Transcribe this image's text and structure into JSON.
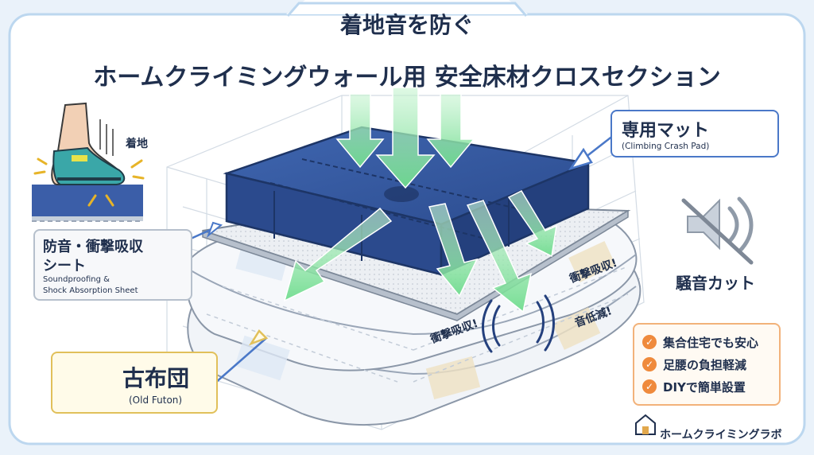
{
  "title": {
    "line1": "着地音を防ぐ",
    "line2": "ホームクライミングウォール用 安全床材クロスセクション"
  },
  "landing_label": "着地",
  "layers": {
    "mat": {
      "name_ja": "専用マット",
      "name_en": "(Climbing Crash Pad)"
    },
    "sheet": {
      "name_ja_line1": "防音・衝撃吸収",
      "name_ja_line2": "シート",
      "name_en_line1": "Soundproofing &",
      "name_en_line2": "Shock Absorption Sheet"
    },
    "futon": {
      "name_ja": "古布団",
      "name_en": "(Old Futon)"
    }
  },
  "annotations": {
    "impact_absorb_left": "衝撃吸収!",
    "impact_absorb_right": "衝撃吸収!",
    "sound_reduce": "音低減!"
  },
  "noise_cut_label": "騒音カット",
  "benefits": [
    "集合住宅でも安心",
    "足腰の負担軽減",
    "DIYで簡単設置"
  ],
  "brand": "ホームクライミングラボ",
  "icons": {
    "foot": "climbing-shoe-foot-icon",
    "mute": "speaker-mute-icon",
    "check": "check-circle-icon",
    "house": "house-logo-icon"
  },
  "colors": {
    "mat_blue": "#31539a",
    "arrow_green": "#8fe6a6",
    "accent_orange": "#ef8a3c",
    "frame_blue": "#bcd7ef",
    "text_navy": "#1f2f4d"
  }
}
